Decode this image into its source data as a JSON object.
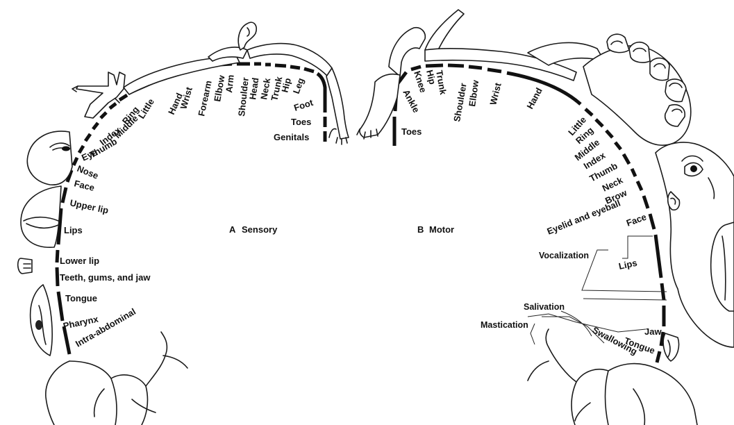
{
  "sensory": {
    "letter": "A",
    "title": "Sensory",
    "labels": {
      "genitals": "Genitals",
      "toes": "Toes",
      "foot": "Foot",
      "leg": "Leg",
      "hip": "Hip",
      "trunk": "Trunk",
      "neck": "Neck",
      "head": "Head",
      "shoulder": "Shoulder",
      "arm": "Arm",
      "elbow": "Elbow",
      "forearm": "Forearm",
      "wrist": "Wrist",
      "hand": "Hand",
      "little": "Little",
      "ring": "Ring",
      "middle": "Middle",
      "index": "Index",
      "thumb": "Thumb",
      "eye": "Eye",
      "nose": "Nose",
      "face": "Face",
      "upper_lip": "Upper lip",
      "lips": "Lips",
      "lower_lip": "Lower lip",
      "teeth": "Teeth, gums, and jaw",
      "tongue": "Tongue",
      "pharynx": "Pharynx",
      "intra_abdominal": "Intra-abdominal"
    }
  },
  "motor": {
    "letter": "B",
    "title": "Motor",
    "labels": {
      "toes": "Toes",
      "ankle": "Ankle",
      "knee": "Knee",
      "hip": "Hip",
      "trunk": "Trunk",
      "shoulder": "Shoulder",
      "elbow": "Elbow",
      "wrist": "Wrist",
      "hand": "Hand",
      "little": "Little",
      "ring": "Ring",
      "middle": "Middle",
      "index": "Index",
      "thumb": "Thumb",
      "neck": "Neck",
      "brow": "Brow",
      "eyelid": "Eyelid and eyeball",
      "face": "Face",
      "lips": "Lips",
      "vocalization": "Vocalization",
      "salivation": "Salivation",
      "mastication": "Mastication",
      "jaw": "Jaw",
      "tongue": "Tongue",
      "swallowing": "Swallowing"
    }
  }
}
